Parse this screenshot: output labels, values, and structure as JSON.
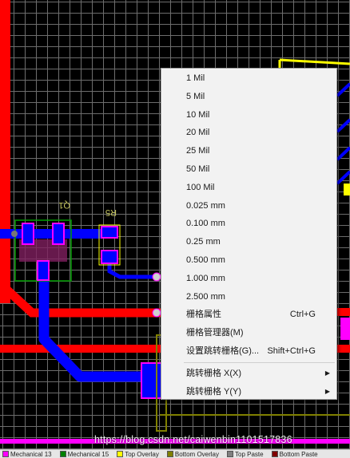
{
  "menu": {
    "grid_items": [
      {
        "label": "1 Mil"
      },
      {
        "label": "5 Mil"
      },
      {
        "label": "10 Mil"
      },
      {
        "label": "20 Mil"
      },
      {
        "label": "25 Mil"
      },
      {
        "label": "50 Mil"
      },
      {
        "label": "100 Mil"
      },
      {
        "label": "0.025 mm"
      },
      {
        "label": "0.100 mm"
      },
      {
        "label": "0.25 mm"
      },
      {
        "label": "0.500 mm"
      },
      {
        "label": "1.000 mm"
      },
      {
        "label": "2.500 mm"
      }
    ],
    "grid_properties": {
      "label": "栅格属性",
      "shortcut": "Ctrl+G"
    },
    "grid_manager": {
      "label": "栅格管理器(M)"
    },
    "set_snap_grid": {
      "label": "设置跳转栅格(G)...",
      "shortcut": "Shift+Ctrl+G"
    },
    "snap_grid_x": {
      "label": "跳转栅格 X(X)"
    },
    "snap_grid_y": {
      "label": "跳转栅格 Y(Y)"
    },
    "submenu_arrow": "▶"
  },
  "pcb": {
    "designator_q": "Q1",
    "designator_r": "R5"
  },
  "watermark": "https://blog.csdn.net/caiwenbin1101517836",
  "statusbar": {
    "tabs": [
      {
        "label": "Mechanical 13",
        "color": "#ff00ff"
      },
      {
        "label": "Mechanical 15",
        "color": "#008000"
      },
      {
        "label": "Top Overlay",
        "color": "#ffff00"
      },
      {
        "label": "Bottom Overlay",
        "color": "#808000"
      },
      {
        "label": "Top Paste",
        "color": "#808080"
      },
      {
        "label": "Bottom Paste",
        "color": "#800000"
      }
    ]
  },
  "colors": {
    "top_layer": "#ff0000",
    "bottom_layer": "#0000ff",
    "pad": "#ff00ff",
    "overlay": "#ffff00",
    "grid": "#6d6d6d",
    "menu_bg": "#f2f2f2"
  }
}
